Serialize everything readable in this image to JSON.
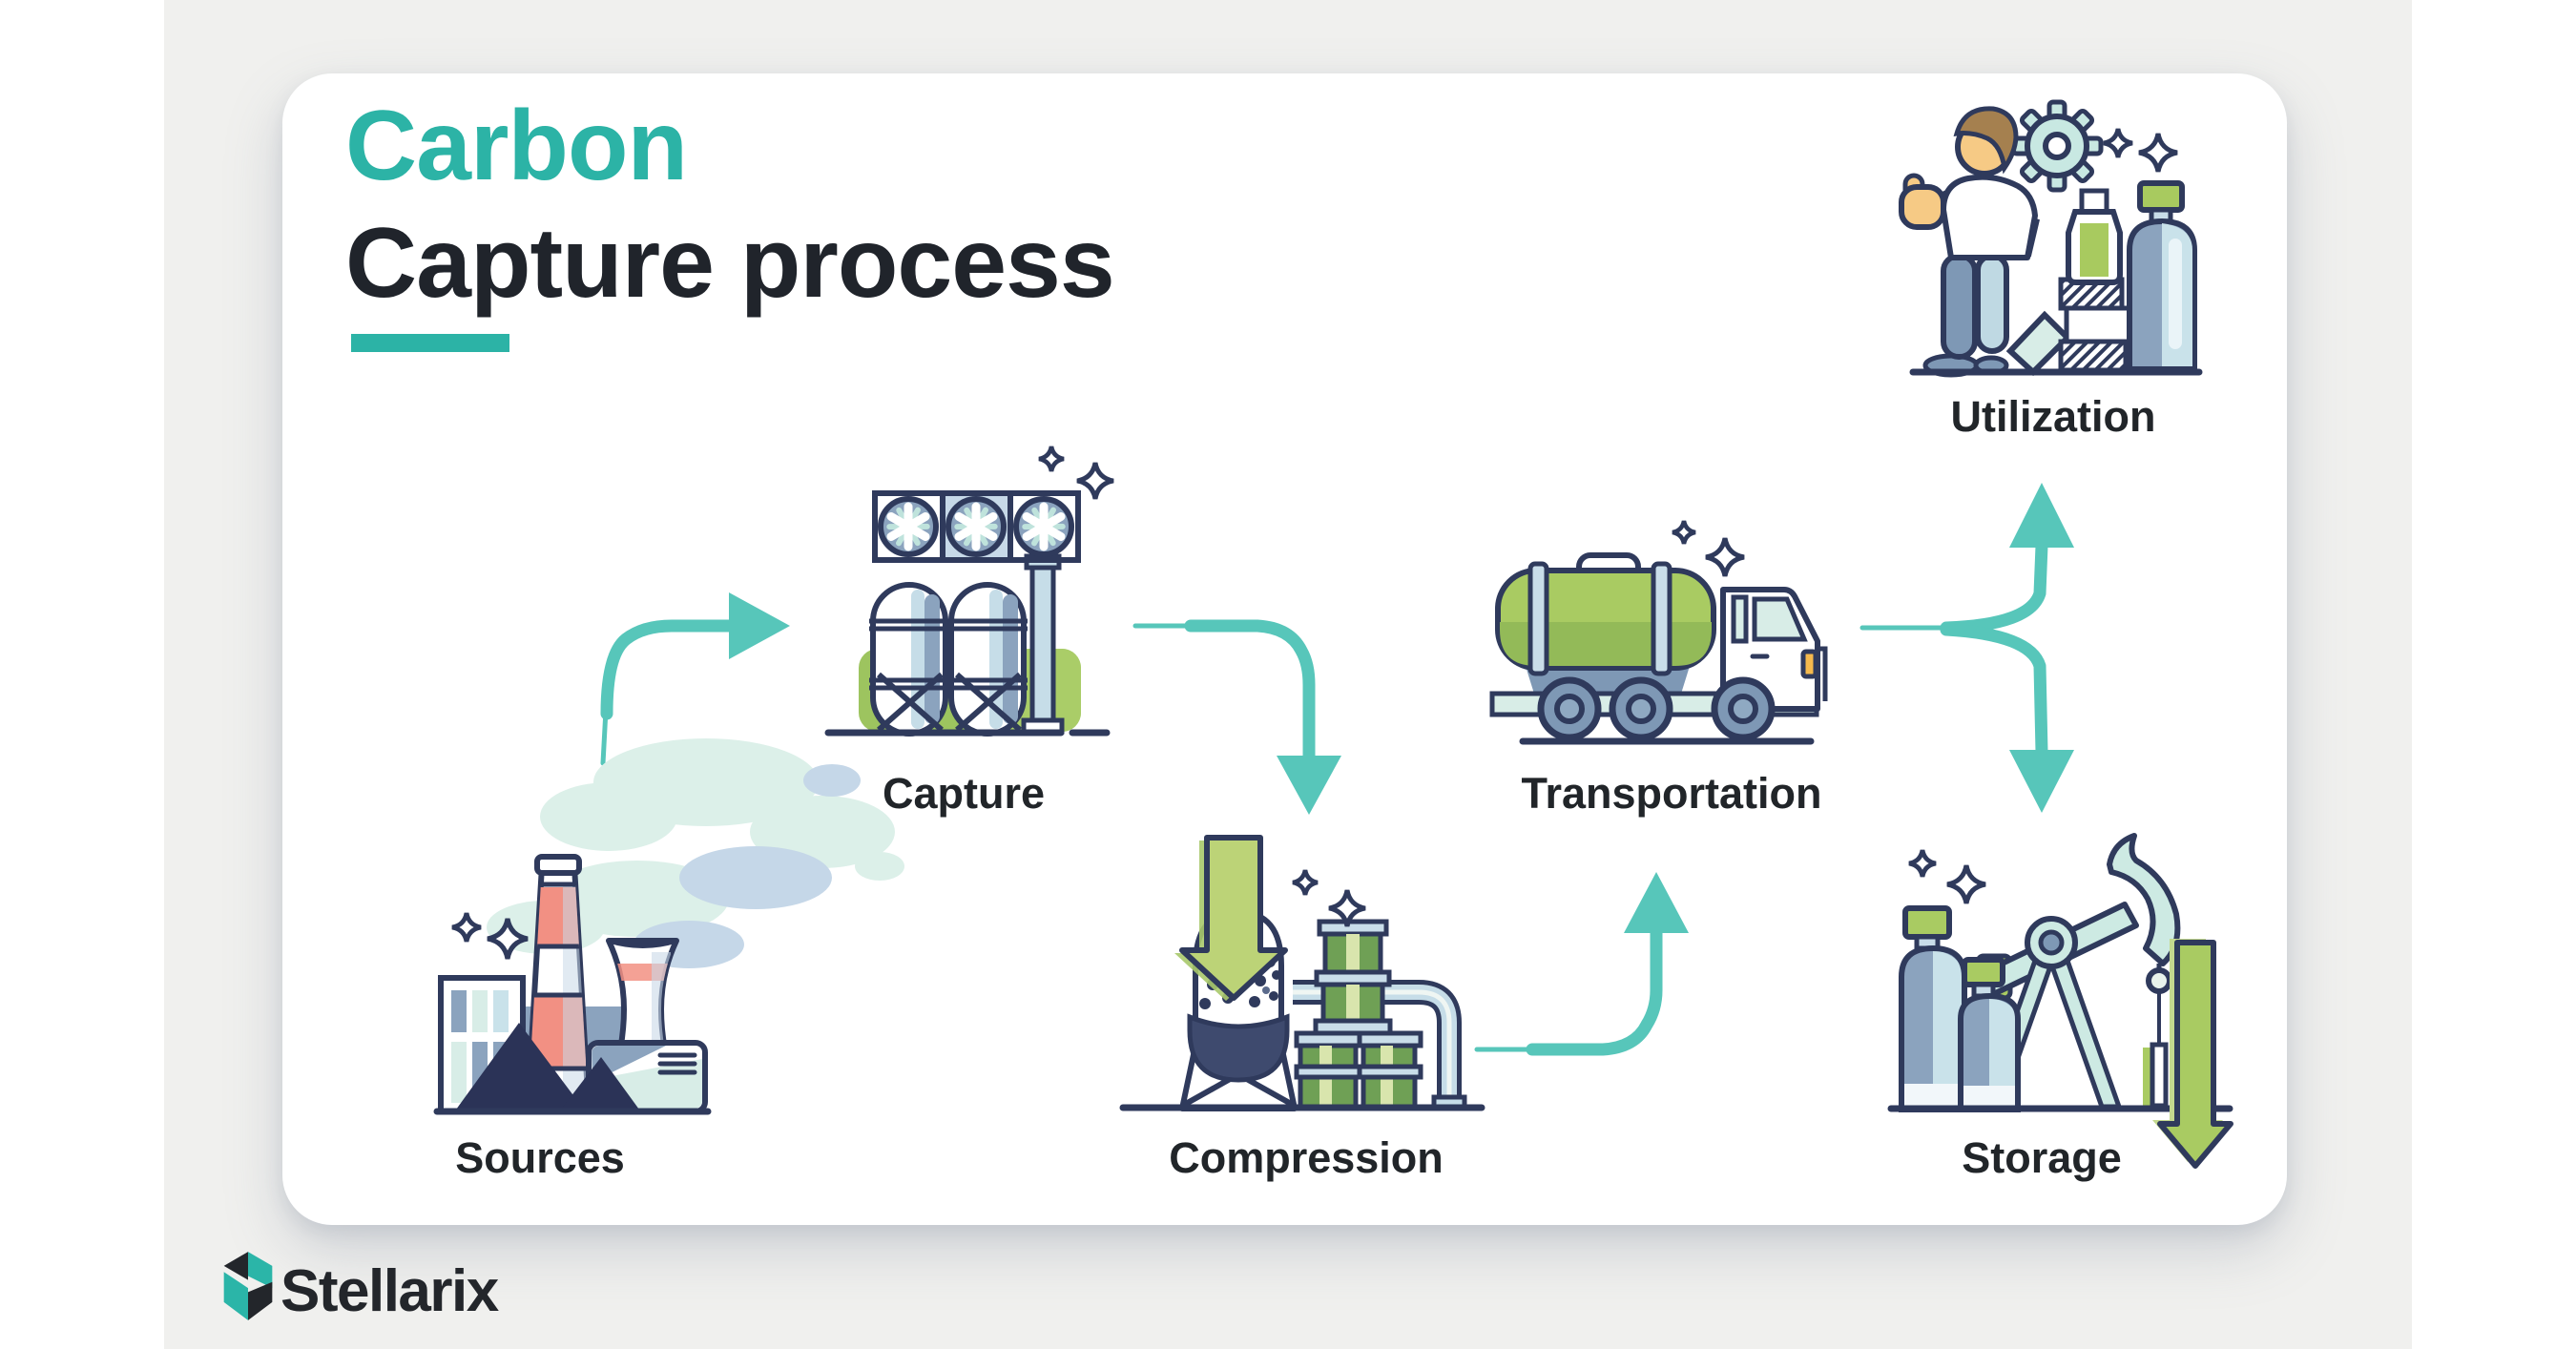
{
  "title": {
    "line1": "Carbon",
    "line2": "Capture process"
  },
  "brand": {
    "name": "Stellarix"
  },
  "stages": [
    {
      "id": "sources",
      "label": "Sources",
      "icon": "factory-icon"
    },
    {
      "id": "capture",
      "label": "Capture",
      "icon": "capture-plant-icon"
    },
    {
      "id": "compression",
      "label": "Compression",
      "icon": "compressor-barrels-icon"
    },
    {
      "id": "transportation",
      "label": "Transportation",
      "icon": "tanker-truck-icon"
    },
    {
      "id": "utilization",
      "label": "Utilization",
      "icon": "person-products-icon"
    },
    {
      "id": "storage",
      "label": "Storage",
      "icon": "pumpjack-cylinders-icon"
    }
  ],
  "flow_order": [
    "Sources",
    "Capture",
    "Compression",
    "Transportation",
    "Utilization",
    "Storage"
  ],
  "colors": {
    "accent_teal": "#2CB3A6",
    "arrow_teal": "#57C6BA",
    "outline_navy": "#2F3A5C",
    "green": "#A3C75F",
    "light_teal": "#D8EDE7",
    "blue_grey": "#7E98B5",
    "page_bg": "#F0F0EE",
    "card_bg": "#FFFFFF",
    "text_dark": "#212529"
  }
}
